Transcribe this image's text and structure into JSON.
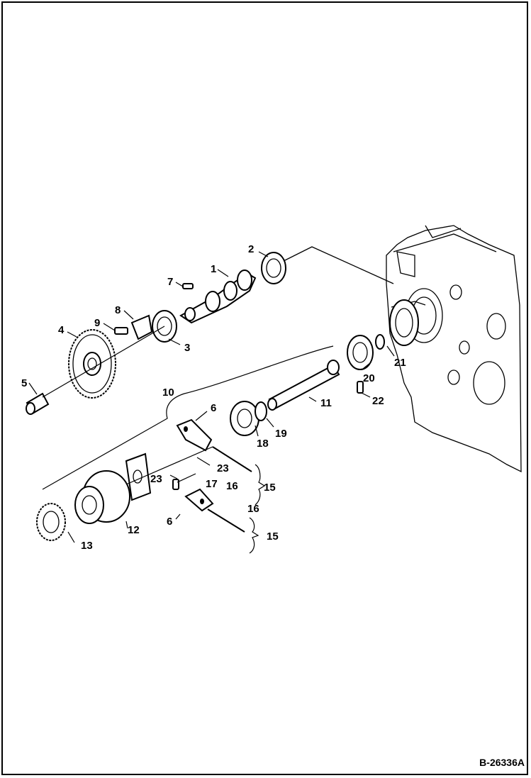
{
  "diagram": {
    "reference_code": "B-26336A",
    "callouts": [
      {
        "id": "c1",
        "text": "1"
      },
      {
        "id": "c2",
        "text": "2"
      },
      {
        "id": "c3",
        "text": "3"
      },
      {
        "id": "c4",
        "text": "4"
      },
      {
        "id": "c5",
        "text": "5"
      },
      {
        "id": "c6a",
        "text": "6"
      },
      {
        "id": "c6b",
        "text": "6"
      },
      {
        "id": "c7",
        "text": "7"
      },
      {
        "id": "c8",
        "text": "8"
      },
      {
        "id": "c9",
        "text": "9"
      },
      {
        "id": "c10",
        "text": "10"
      },
      {
        "id": "c11",
        "text": "11"
      },
      {
        "id": "c12",
        "text": "12"
      },
      {
        "id": "c13",
        "text": "13"
      },
      {
        "id": "c15a",
        "text": "15"
      },
      {
        "id": "c15b",
        "text": "15"
      },
      {
        "id": "c16a",
        "text": "16"
      },
      {
        "id": "c16b",
        "text": "16"
      },
      {
        "id": "c17",
        "text": "17"
      },
      {
        "id": "c18",
        "text": "18"
      },
      {
        "id": "c19",
        "text": "19"
      },
      {
        "id": "c20",
        "text": "20"
      },
      {
        "id": "c21",
        "text": "21"
      },
      {
        "id": "c22",
        "text": "22"
      },
      {
        "id": "c23a",
        "text": "23"
      },
      {
        "id": "c23b",
        "text": "23"
      }
    ]
  }
}
